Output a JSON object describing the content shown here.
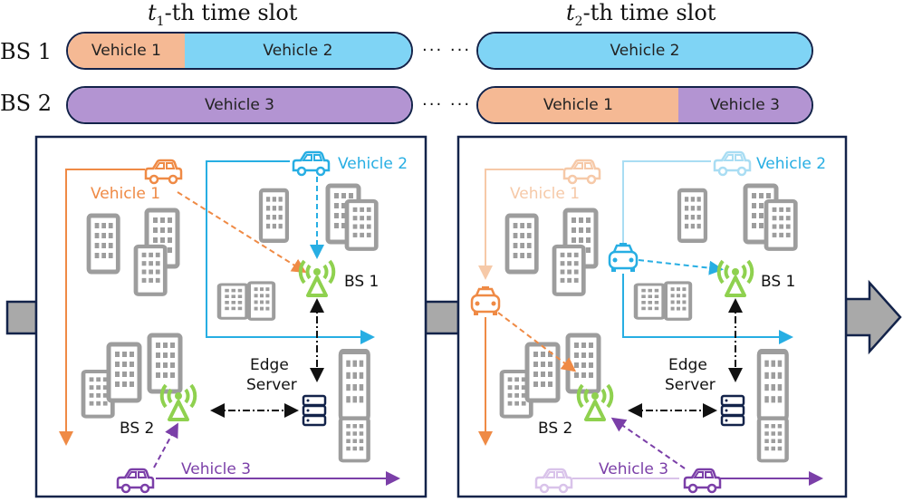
{
  "titles": {
    "slot1": {
      "var": "t",
      "sub": "1",
      "rest": "-th time slot"
    },
    "slot2": {
      "var": "t",
      "sub": "2",
      "rest": "-th time slot"
    }
  },
  "rows": [
    "BS 1",
    "BS 2"
  ],
  "ellipsis": "··· ···",
  "schedule": {
    "slot1": {
      "bs1": [
        {
          "label": "Vehicle 1",
          "color": "#f5b994",
          "share": 0.34
        },
        {
          "label": "Vehicle 2",
          "color": "#7fd4f5",
          "share": 0.66
        }
      ],
      "bs2": [
        {
          "label": "Vehicle 3",
          "color": "#b394d2",
          "share": 1.0
        }
      ]
    },
    "slot2": {
      "bs1": [
        {
          "label": "Vehicle 2",
          "color": "#7fd4f5",
          "share": 1.0
        }
      ],
      "bs2": [
        {
          "label": "Vehicle 1",
          "color": "#f5b994",
          "share": 0.6
        },
        {
          "label": "Vehicle 3",
          "color": "#b394d2",
          "share": 0.4
        }
      ]
    }
  },
  "scene": {
    "vehicle1": "Vehicle 1",
    "vehicle2": "Vehicle 2",
    "vehicle3": "Vehicle 3",
    "bs1": "BS 1",
    "bs2": "BS 2",
    "edge_line1": "Edge",
    "edge_line2": "Server"
  },
  "colors": {
    "vehicle1": "#ef8a45",
    "vehicle2": "#27aee3",
    "vehicle3": "#7b3fa8",
    "bs": "#8fd14f",
    "building": "#9d9d9d",
    "frame": "#13234a",
    "arrow": "#a9a9a9"
  }
}
